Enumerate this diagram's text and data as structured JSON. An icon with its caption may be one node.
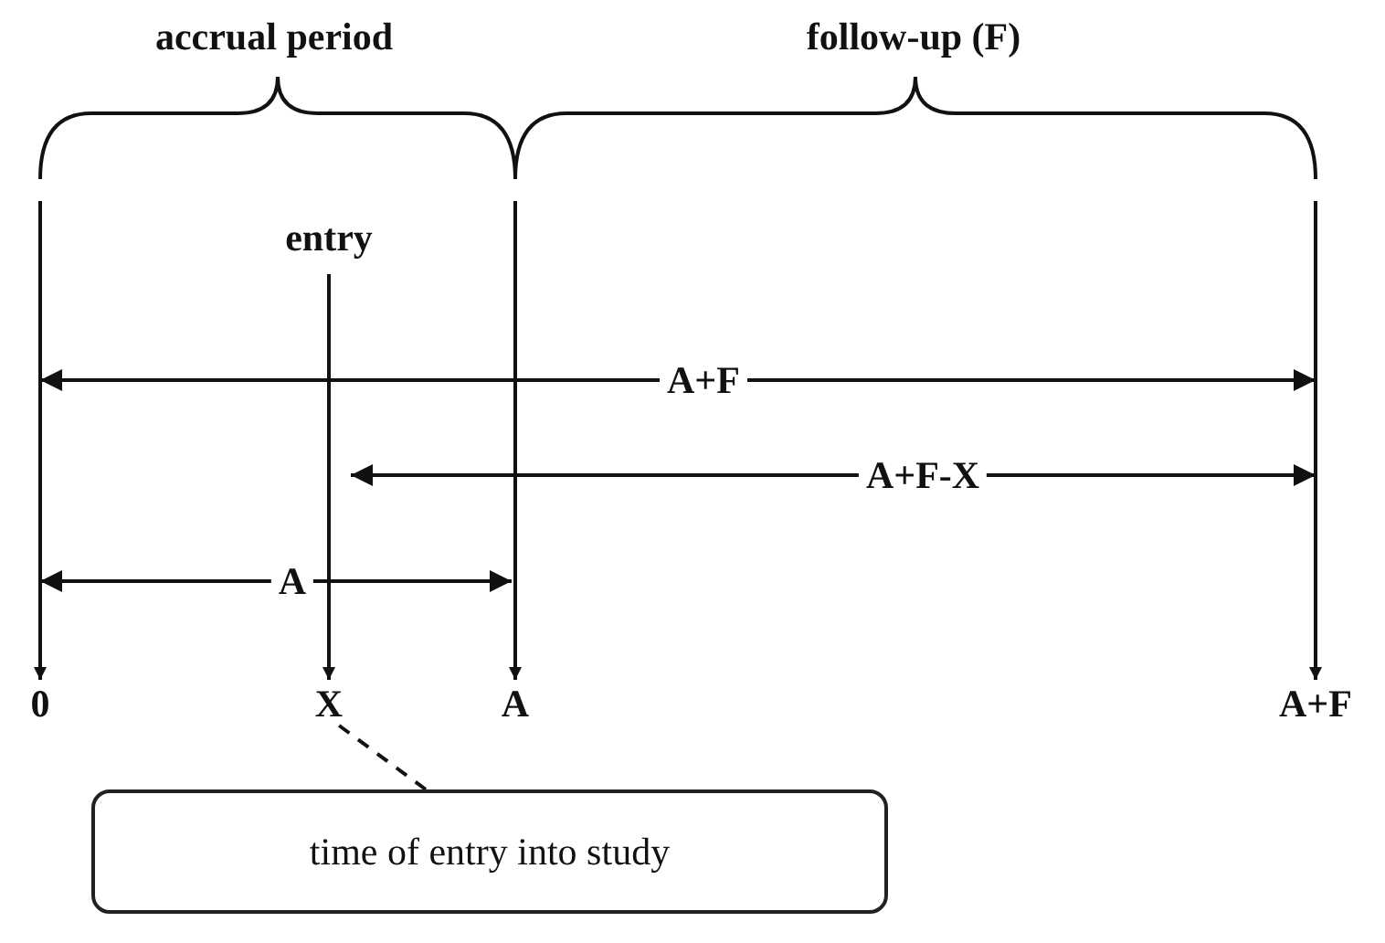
{
  "diagram": {
    "nodes": [
      {
        "text": [
          "entry"
        ]
      },
      {
        "text": [
          "0"
        ]
      },
      {
        "text": [
          "X"
        ]
      },
      {
        "text": [
          "A"
        ]
      },
      {
        "text": [
          "A+F"
        ]
      },
      {
        "text": [
          "time of entry into study"
        ]
      }
    ],
    "edges": [
      {
        "from": 0,
        "to": 2,
        "arrow": "to"
      },
      {
        "from": null,
        "to": 1,
        "arrow": "to"
      },
      {
        "from": null,
        "to": 3,
        "arrow": "to"
      },
      {
        "from": null,
        "to": 4,
        "arrow": "to"
      },
      {
        "from": 5,
        "to": 2,
        "arrow": "none",
        "style": "dashed"
      }
    ],
    "labels": [
      "accrual period",
      "follow-up (F)",
      "A+F",
      "A+F-X",
      "A"
    ]
  }
}
